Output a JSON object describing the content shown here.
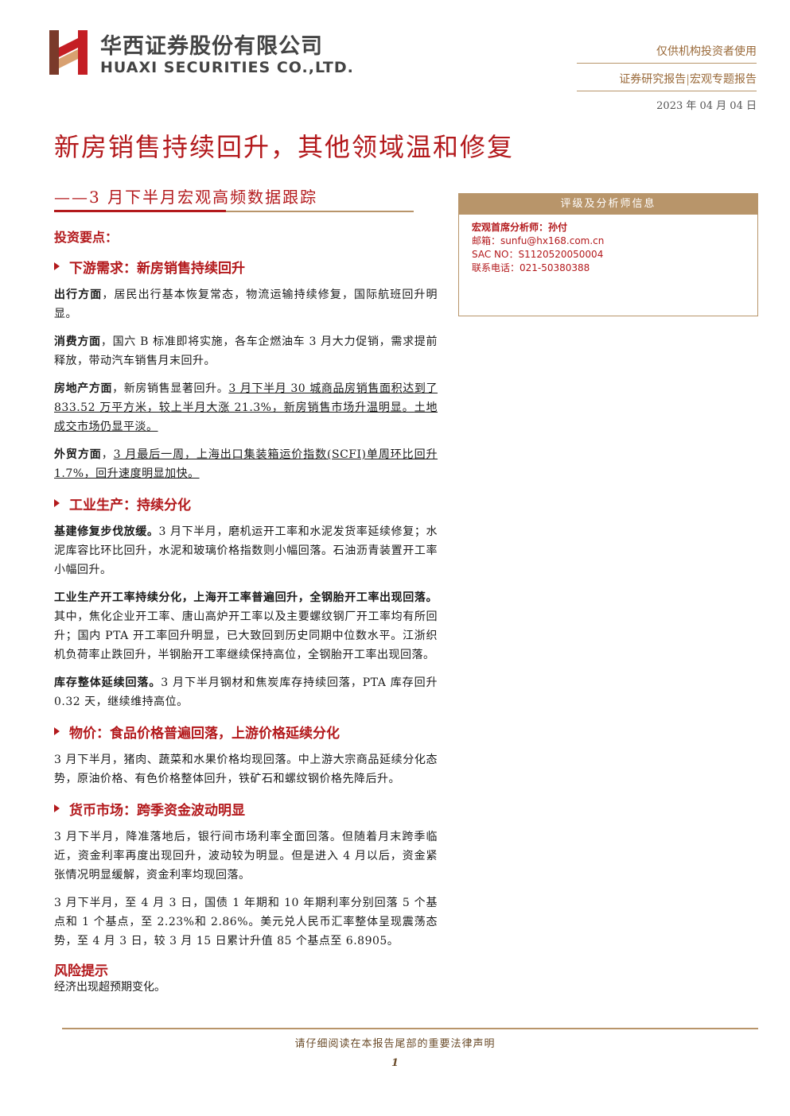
{
  "header": {
    "company_cn": "华西证券股份有限公司",
    "company_en": "HUAXI SECURITIES CO.,LTD.",
    "audience": "仅供机构投资者使用",
    "report_type": "证券研究报告",
    "report_sep": "|",
    "report_sub": "宏观专题报告",
    "date": "2023 年 04 月 04 日"
  },
  "title": "新房销售持续回升，其他领域温和修复",
  "subtitle": "——3 月下半月宏观高频数据跟踪",
  "analyst": {
    "box_title": "评级及分析师信息",
    "name": "宏观首席分析师：孙付",
    "email": "邮箱：sunfu@hx168.com.cn",
    "sac": "SAC NO：S1120520050004",
    "phone": "联系电话：021-50380388"
  },
  "sections": {
    "key_points": "投资要点：",
    "s1": {
      "head": "下游需求：新房销售持续回升",
      "p1_lead": "出行方面",
      "p1_text": "，居民出行基本恢复常态，物流运输持续修复，国际航班回升明显。",
      "p2_lead": "消费方面",
      "p2_text": "，国六 B 标准即将实施，各车企燃油车 3 月大力促销，需求提前释放，带动汽车销售月末回升。",
      "p3_lead": "房地产方面",
      "p3_text_a": "，新房销售显著回升。",
      "p3_text_b": "3 月下半月 30 城商品房销售面积达到了 833.52 万平方米，较上半月大涨 21.3%，新房销售市场升温明显。",
      "p3_text_c": "土地成交市场仍显平淡。",
      "p4_lead": "外贸方面",
      "p4_text_a": "，",
      "p4_text_b": "3 月最后一周，上海出口集装箱运价指数(SCFI)单周环比回升 1.7%，回升速度明显加快。"
    },
    "s2": {
      "head": "工业生产：持续分化",
      "p1_lead": "基建修复步伐放缓。",
      "p1_text": "3 月下半月，磨机运开工率和水泥发货率延续修复；水泥库容比环比回升，水泥和玻璃价格指数则小幅回落。石油沥青装置开工率小幅回升。",
      "p2_lead": "工业生产开工率持续分化，上海开工率普遍回升，全钢胎开工率出现回落。",
      "p2_text": "其中，焦化企业开工率、唐山高炉开工率以及主要螺纹钢厂开工率均有所回升；国内 PTA 开工率回升明显，已大致回到历史同期中位数水平。江浙织机负荷率止跌回升，半钢胎开工率继续保持高位，全钢胎开工率出现回落。",
      "p3_lead": "库存整体延续回落。",
      "p3_text": "3 月下半月钢材和焦炭库存持续回落，PTA 库存回升 0.32 天，继续维持高位。"
    },
    "s3": {
      "head": "物价：食品价格普遍回落，上游价格延续分化",
      "p1_text": "3 月下半月，猪肉、蔬菜和水果价格均现回落。中上游大宗商品延续分化态势，原油价格、有色价格整体回升，铁矿石和螺纹钢价格先降后升。"
    },
    "s4": {
      "head": "货币市场：跨季资金波动明显",
      "p1_text": "3 月下半月，降准落地后，银行间市场利率全面回落。但随着月末跨季临近，资金利率再度出现回升，波动较为明显。但是进入 4 月以后，资金紧张情况明显缓解，资金利率均现回落。",
      "p2_text": "3 月下半月，至 4 月 3 日，国债 1 年期和 10 年期利率分别回落 5 个基点和 1 个基点，至 2.23%和 2.86%。美元兑人民币汇率整体呈现震荡态势，至 4 月 3 日，较 3 月 15 日累计升值 85 个基点至 6.8905。"
    },
    "risk": {
      "head": "风险提示",
      "text": "经济出现超预期变化。"
    }
  },
  "footer": {
    "disclaimer": "请仔细阅读在本报告尾部的重要法律声明",
    "page": "1"
  },
  "colors": {
    "accent_red": "#b3191c",
    "gold": "#b8956a"
  }
}
